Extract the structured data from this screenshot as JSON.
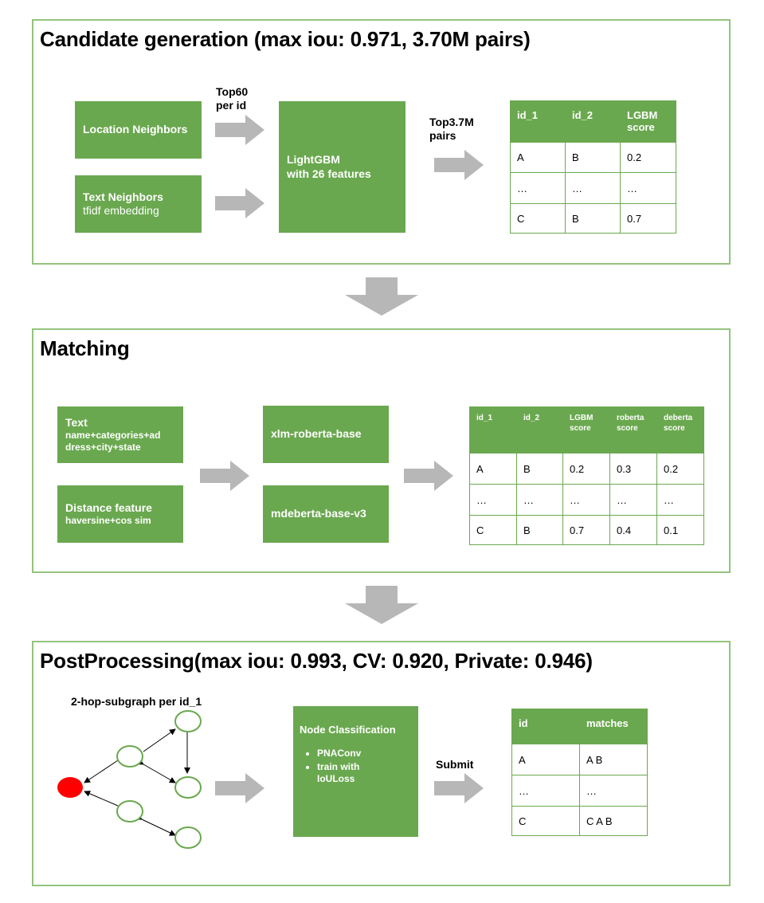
{
  "panel1": {
    "title": "Candidate generation (max iou: 0.971, 3.70M pairs)",
    "location_box": "Location Neighbors",
    "text_box_title": "Text Neighbors",
    "text_box_sub": "tfidf embedding",
    "top60_label": "Top60\nper id",
    "lgbm_box_line1": "LightGBM",
    "lgbm_box_line2": "with 26 features",
    "top37_label": "Top3.7M\npairs",
    "table": {
      "headers": [
        "id_1",
        "id_2",
        "LGBM\nscore"
      ],
      "rows": [
        [
          "A",
          "B",
          "0.2"
        ],
        [
          "…",
          "…",
          "…"
        ],
        [
          "C",
          "B",
          "0.7"
        ]
      ]
    }
  },
  "panel2": {
    "title": "Matching",
    "text_box_title": "Text",
    "text_box_sub": "name+categories+ad\ndress+city+state",
    "dist_box_title": "Distance feature",
    "dist_box_sub": "haversine+cos sim",
    "model1": "xlm-roberta-base",
    "model2": "mdeberta-base-v3",
    "table": {
      "headers": [
        "id_1",
        "id_2",
        "LGBM\nscore",
        "roberta\nscore",
        "deberta\nscore"
      ],
      "rows": [
        [
          "A",
          "B",
          "0.2",
          "0.3",
          "0.2"
        ],
        [
          "…",
          "…",
          "…",
          "…",
          "…"
        ],
        [
          "C",
          "B",
          "0.7",
          "0.4",
          "0.1"
        ]
      ]
    }
  },
  "panel3": {
    "title": "PostProcessing(max iou: 0.993, CV: 0.920, Private: 0.946)",
    "subgraph_label": "2-hop-subgraph per id_1",
    "node_box_title": "Node Classification",
    "node_box_items": [
      "PNAConv",
      "train with\nIoULoss"
    ],
    "submit_label": "Submit",
    "table": {
      "headers": [
        "id",
        "matches"
      ],
      "rows": [
        [
          "A",
          "A B"
        ],
        [
          "…",
          "…"
        ],
        [
          "C",
          "C A B"
        ]
      ]
    }
  },
  "colors": {
    "green_fill": "#6aa84f",
    "green_border": "#93c47d",
    "arrow_gray": "#b7b7b7",
    "node_red": "#ff0000"
  }
}
